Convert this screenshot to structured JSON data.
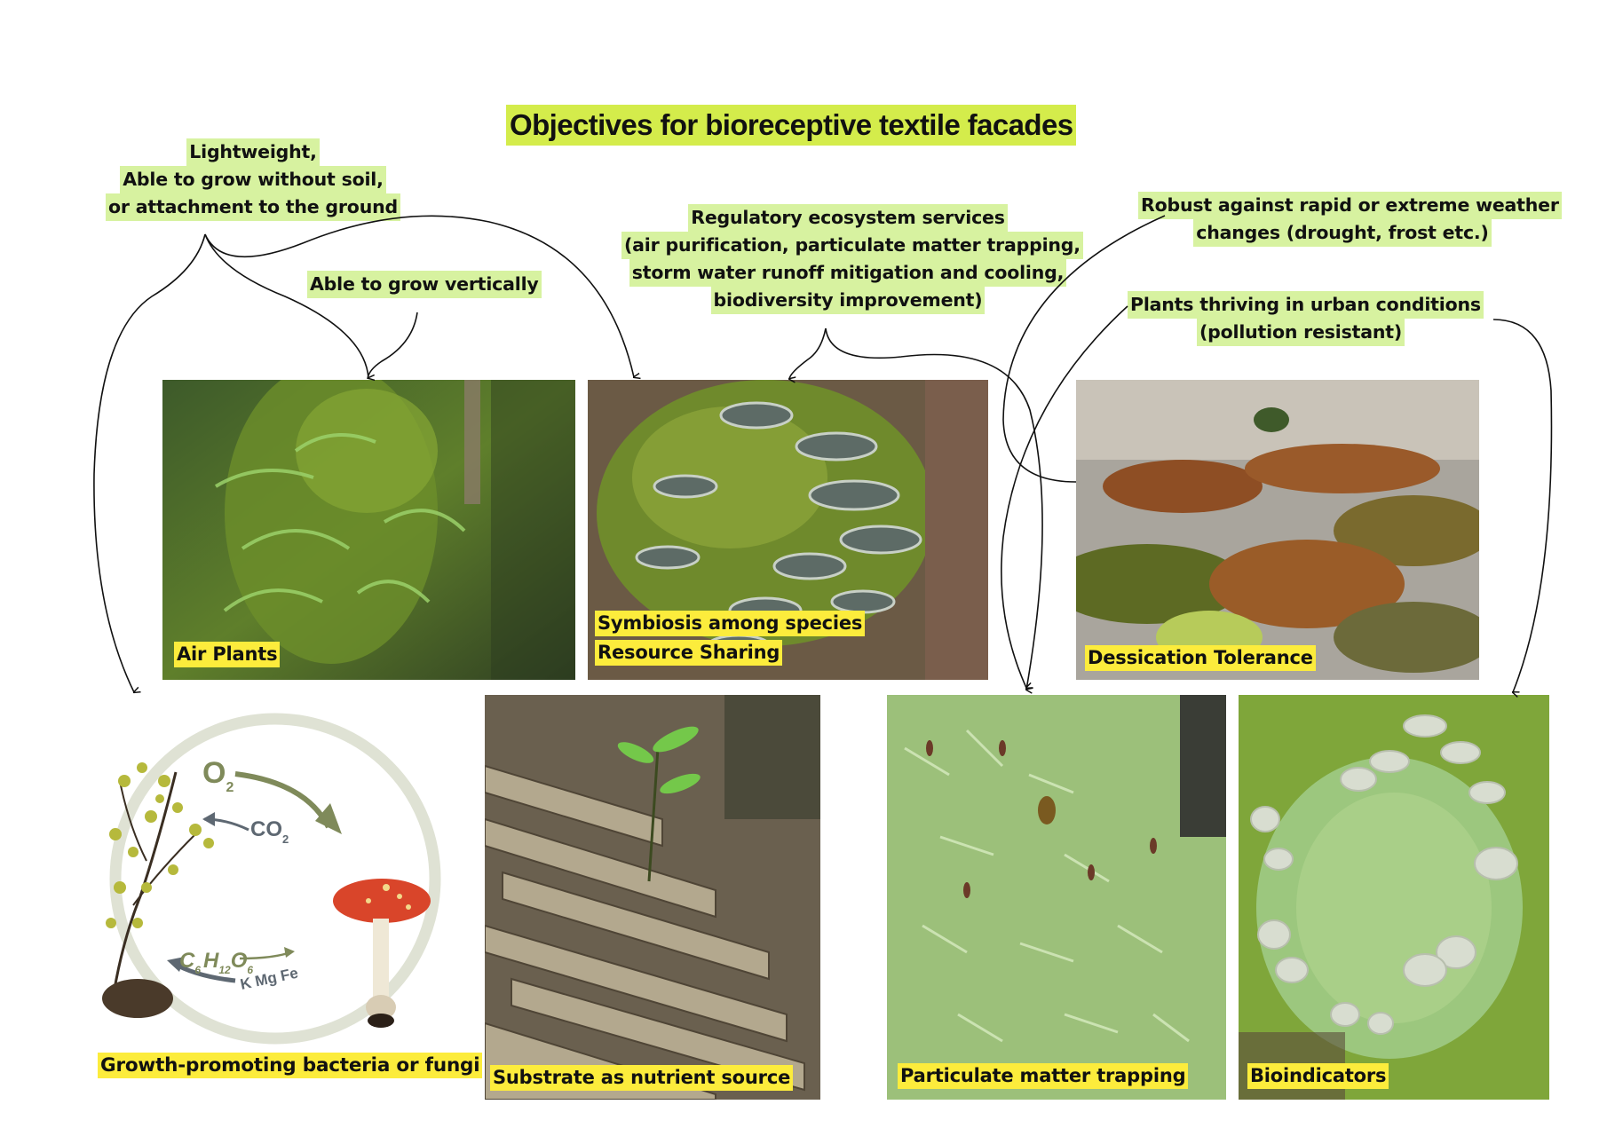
{
  "title": "Objectives for bioreceptive textile facades",
  "colors": {
    "title_highlight": "#d4ec4b",
    "note_highlight": "#d7f2a0",
    "tag_highlight": "#fcec3c",
    "connector": "#111111",
    "cycle_ring": "#dfe2d4",
    "o2_arrow": "#7f8a5a",
    "co2_arrow": "#5e6872"
  },
  "notes": {
    "lightweight": [
      "Lightweight,",
      "Able to grow without soil,",
      "or attachment to the ground"
    ],
    "vertical": [
      "Able to grow vertically"
    ],
    "regulatory": [
      "Regulatory ecosystem services",
      "(air purification, particulate matter trapping,",
      "storm water runoff mitigation  and  cooling,",
      "biodiversity improvement)"
    ],
    "robust": [
      "Robust against rapid or extreme weather",
      "changes (drought, frost etc.)"
    ],
    "urban": [
      "Plants thriving in urban conditions",
      "(pollution resistant)"
    ]
  },
  "photos": [
    {
      "id": "air-plants",
      "tags": [
        "Air Plants"
      ],
      "subject": "mossy tree trunk with ferns"
    },
    {
      "id": "symbiosis",
      "tags": [
        "Symbiosis among species",
        "Resource Sharing"
      ],
      "subject": "bracket fungi on moss"
    },
    {
      "id": "dessication",
      "tags": [
        "Dessication Tolerance"
      ],
      "subject": "moss on rock"
    },
    {
      "id": "substrate",
      "tags": [
        "Substrate as nutrient source"
      ],
      "subject": "sapling on decaying log"
    },
    {
      "id": "particulate",
      "tags": [
        "Particulate matter trapping"
      ],
      "subject": "feathery moss close-up"
    },
    {
      "id": "bioindicators",
      "tags": [
        "Bioindicators"
      ],
      "subject": "cup lichen"
    }
  ],
  "cycle": {
    "label": "Growth-promoting bacteria or fungi",
    "o2": {
      "base": "O",
      "sub": "2"
    },
    "co2": {
      "base": "CO",
      "sub": "2"
    },
    "glucose": [
      {
        "base": "C",
        "sub": "6"
      },
      {
        "base": "H",
        "sub": "12"
      },
      {
        "base": "O",
        "sub": "6"
      }
    ],
    "minerals": "K  Mg  Fe"
  }
}
